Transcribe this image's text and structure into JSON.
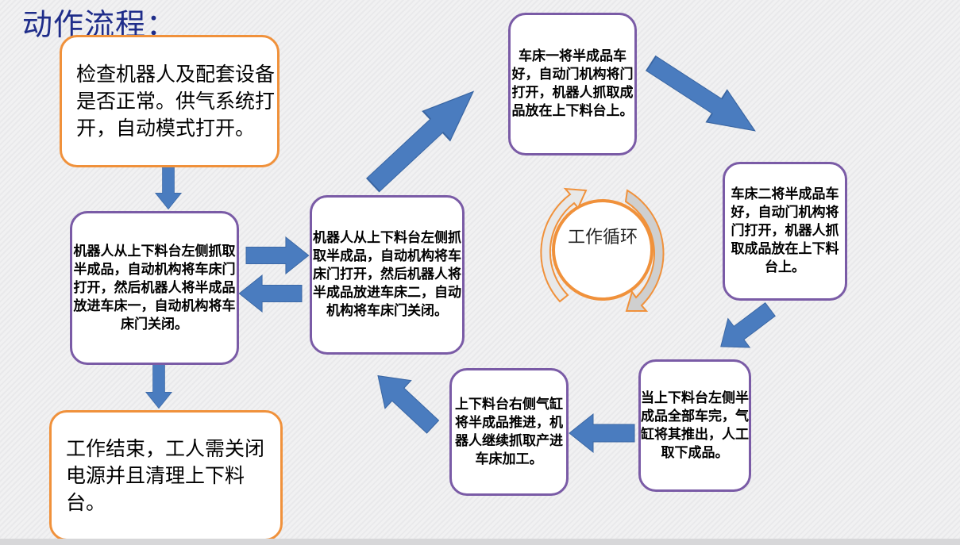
{
  "title": "动作流程：",
  "boxes": {
    "check": "检查机器人及配套设备是否正常。供气系统打开，自动模式打开。",
    "robot_left": "机器人从上下料台左侧抓取半成品，自动机构将车床门打开，然后机器人将半成品放进车床一，自动机构将车床门关闭。",
    "robot_center": "机器人从上下料台左侧抓取半成品，自动机构将车床门打开，然后机器人将半成品放进车床二，自动机构将车床门关闭。",
    "lathe1": "车床一将半成品车好，自动门机构将门打开，机器人抓取成品放在上下料台上。",
    "lathe2": "车床二将半成品车好，自动门机构将门打开，机器人抓取成品放在上下料台上。",
    "unload": "当上下料台左侧半成品全部车完，气缸将其推出，人工取下成品。",
    "push": "上下料台右侧气缸将半成品推进，机器人继续抓取产进车床加工。",
    "end": "工作结束，工人需关闭电源并且清理上下料台。"
  },
  "cycle_label": "工作循环",
  "colors": {
    "arrow": "#4a7cbf",
    "orange_border": "#f0913b",
    "purple_border": "#7a5ba6",
    "title": "#1f2d8a"
  }
}
